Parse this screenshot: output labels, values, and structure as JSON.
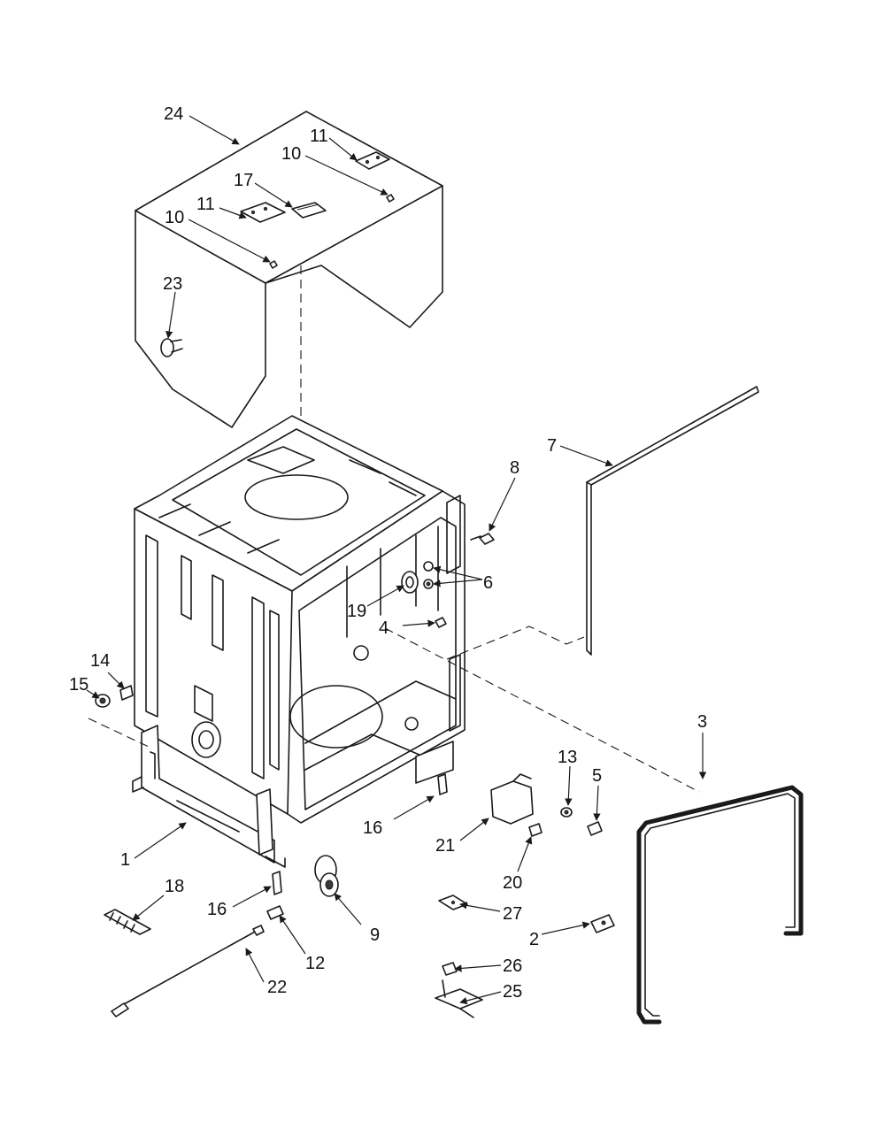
{
  "diagram": {
    "callouts": {
      "c1": "1",
      "c2": "2",
      "c3": "3",
      "c4": "4",
      "c5": "5",
      "c6": "6",
      "c7": "7",
      "c8": "8",
      "c9": "9",
      "c10a": "10",
      "c10b": "10",
      "c11a": "11",
      "c11b": "11",
      "c12": "12",
      "c13": "13",
      "c14": "14",
      "c15": "15",
      "c16a": "16",
      "c16b": "16",
      "c17": "17",
      "c18": "18",
      "c19": "19",
      "c20": "20",
      "c21": "21",
      "c22": "22",
      "c23": "23",
      "c24": "24",
      "c25": "25",
      "c26": "26",
      "c27": "27"
    }
  }
}
